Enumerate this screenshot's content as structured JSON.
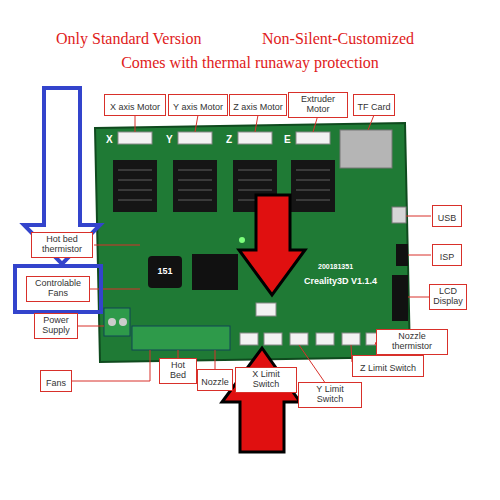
{
  "diagram": {
    "title": "Only Standard Version",
    "nodes": [
      {
        "text": [
          "X axis Motor"
        ]
      },
      {
        "text": [
          "Y axis Motor"
        ]
      },
      {
        "text": [
          "Z axis Motor"
        ]
      },
      {
        "text": [
          "Extruder Motor"
        ]
      },
      {
        "text": [
          "TF Card"
        ]
      },
      {
        "text": [
          "Hot bed thermistor"
        ]
      },
      {
        "text": [
          "USB"
        ]
      },
      {
        "text": [
          "ISP"
        ]
      },
      {
        "text": [
          "Controlable Fans"
        ]
      },
      {
        "text": [
          "LCD Display"
        ]
      },
      {
        "text": [
          "Power Supply"
        ]
      },
      {
        "text": [
          "Nozzle thermistor"
        ]
      },
      {
        "text": [
          "Z Limit Switch"
        ]
      },
      {
        "text": [
          "Fans"
        ]
      },
      {
        "text": [
          "Hot Bed"
        ]
      },
      {
        "text": [
          "Nozzle"
        ]
      },
      {
        "text": [
          "X Limit Switch"
        ]
      },
      {
        "text": [
          "Y Limit Switch"
        ]
      }
    ],
    "labels": [
      "Non-Silent-Customized",
      "Comes with thermal runaway protection",
      "X",
      "Y",
      "Z",
      "E",
      "151",
      "200181351",
      "Creality3D V1.1.4"
    ]
  }
}
